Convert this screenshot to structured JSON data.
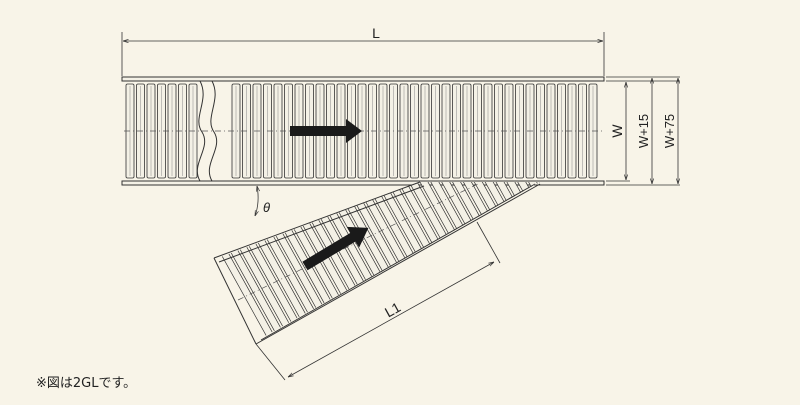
{
  "diagram": {
    "labels": {
      "length": "L",
      "branch_length": "L1",
      "width": "W",
      "width_frame": "W+15",
      "width_overall": "W+75",
      "angle": "θ"
    },
    "note": "※図は2GLです。"
  },
  "colors": {
    "background": "#f8f4e8",
    "line": "#333333",
    "roller_fill": "#f4f1e6",
    "arrow": "#1a1a1a"
  }
}
